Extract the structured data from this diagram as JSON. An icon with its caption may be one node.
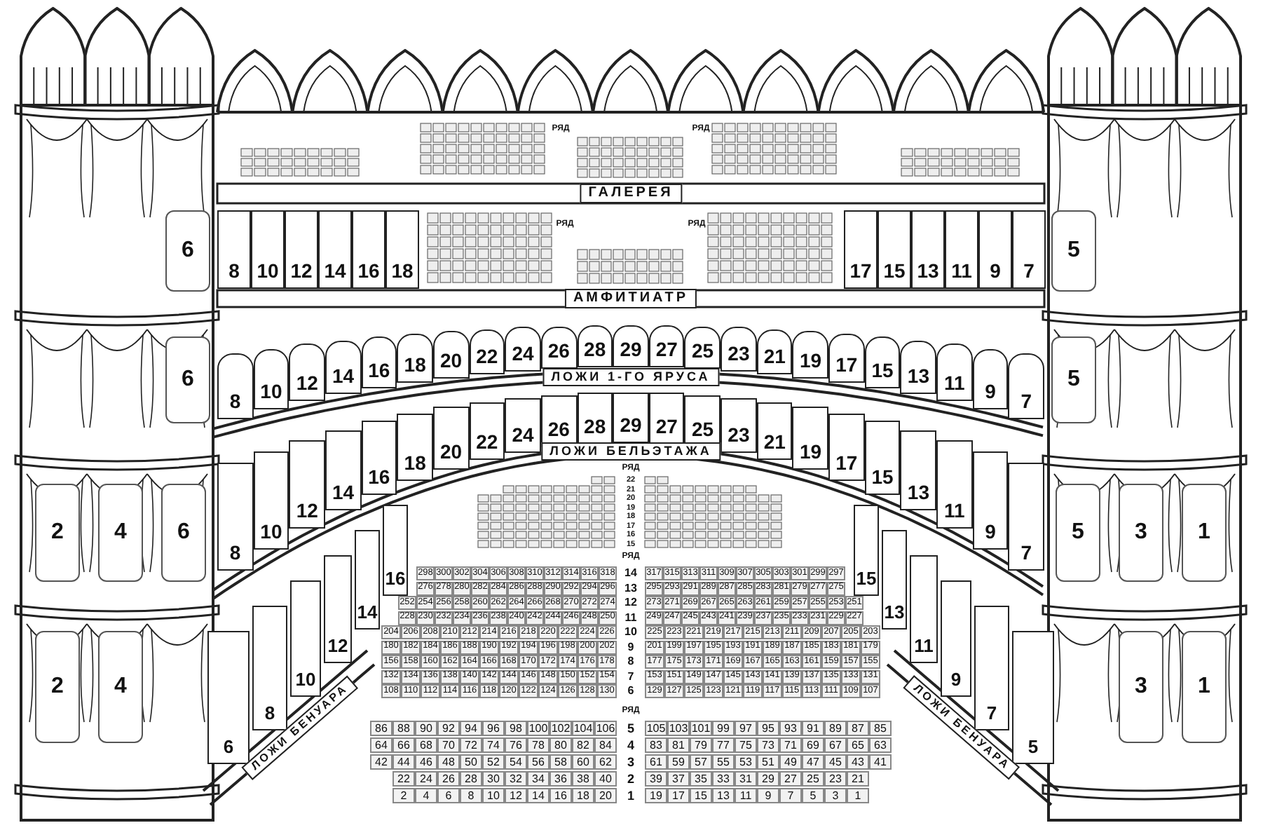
{
  "diagram": {
    "nodes": [
      {
        "text": [
          "6"
        ]
      },
      {
        "text": [
          "8"
        ]
      },
      {
        "text": [
          "10"
        ]
      },
      {
        "text": [
          "12"
        ]
      },
      {
        "text": [
          "14"
        ]
      },
      {
        "text": [
          "16"
        ]
      },
      {
        "text": [
          "18"
        ]
      },
      {
        "text": [
          "17"
        ]
      },
      {
        "text": [
          "15"
        ]
      },
      {
        "text": [
          "13"
        ]
      },
      {
        "text": [
          "11"
        ]
      },
      {
        "text": [
          "9"
        ]
      },
      {
        "text": [
          "7"
        ]
      },
      {
        "text": [
          "5"
        ]
      },
      {
        "text": [
          "6"
        ]
      },
      {
        "text": [
          "8"
        ]
      },
      {
        "text": [
          "10"
        ]
      },
      {
        "text": [
          "12"
        ]
      },
      {
        "text": [
          "14"
        ]
      },
      {
        "text": [
          "16"
        ]
      },
      {
        "text": [
          "18"
        ]
      },
      {
        "text": [
          "20"
        ]
      },
      {
        "text": [
          "22"
        ]
      },
      {
        "text": [
          "24"
        ]
      },
      {
        "text": [
          "26"
        ]
      },
      {
        "text": [
          "28"
        ]
      },
      {
        "text": [
          "29"
        ]
      },
      {
        "text": [
          "27"
        ]
      },
      {
        "text": [
          "25"
        ]
      },
      {
        "text": [
          "23"
        ]
      },
      {
        "text": [
          "21"
        ]
      },
      {
        "text": [
          "19"
        ]
      },
      {
        "text": [
          "17"
        ]
      },
      {
        "text": [
          "15"
        ]
      },
      {
        "text": [
          "13"
        ]
      },
      {
        "text": [
          "11"
        ]
      },
      {
        "text": [
          "9"
        ]
      },
      {
        "text": [
          "7"
        ]
      },
      {
        "text": [
          "5"
        ]
      },
      {
        "text": [
          "2"
        ]
      },
      {
        "text": [
          "4"
        ]
      },
      {
        "text": [
          "6"
        ]
      },
      {
        "text": [
          "8"
        ]
      },
      {
        "text": [
          "10"
        ]
      },
      {
        "text": [
          "12"
        ]
      },
      {
        "text": [
          "14"
        ]
      },
      {
        "text": [
          "16"
        ]
      },
      {
        "text": [
          "18"
        ]
      },
      {
        "text": [
          "20"
        ]
      },
      {
        "text": [
          "22"
        ]
      },
      {
        "text": [
          "24"
        ]
      },
      {
        "text": [
          "26"
        ]
      },
      {
        "text": [
          "28"
        ]
      },
      {
        "text": [
          "29"
        ]
      },
      {
        "text": [
          "27"
        ]
      },
      {
        "text": [
          "25"
        ]
      },
      {
        "text": [
          "23"
        ]
      },
      {
        "text": [
          "21"
        ]
      },
      {
        "text": [
          "19"
        ]
      },
      {
        "text": [
          "17"
        ]
      },
      {
        "text": [
          "15"
        ]
      },
      {
        "text": [
          "13"
        ]
      },
      {
        "text": [
          "11"
        ]
      },
      {
        "text": [
          "9"
        ]
      },
      {
        "text": [
          "7"
        ]
      },
      {
        "text": [
          "5"
        ]
      },
      {
        "text": [
          "3"
        ]
      },
      {
        "text": [
          "1"
        ]
      },
      {
        "text": [
          "2"
        ]
      },
      {
        "text": [
          "4"
        ]
      },
      {
        "text": [
          "6"
        ]
      },
      {
        "text": [
          "8"
        ]
      },
      {
        "text": [
          "10"
        ]
      },
      {
        "text": [
          "12"
        ]
      },
      {
        "text": [
          "14"
        ]
      },
      {
        "text": [
          "16"
        ]
      },
      {
        "text": [
          "15"
        ]
      },
      {
        "text": [
          "13"
        ]
      },
      {
        "text": [
          "11"
        ]
      },
      {
        "text": [
          "9"
        ]
      },
      {
        "text": [
          "7"
        ]
      },
      {
        "text": [
          "5"
        ]
      },
      {
        "text": [
          "3"
        ]
      },
      {
        "text": [
          "1"
        ]
      },
      {
        "text": [
          "298"
        ]
      },
      {
        "text": [
          "300"
        ]
      },
      {
        "text": [
          "302"
        ]
      },
      {
        "text": [
          "304"
        ]
      },
      {
        "text": [
          "306"
        ]
      },
      {
        "text": [
          "308"
        ]
      },
      {
        "text": [
          "310"
        ]
      },
      {
        "text": [
          "312"
        ]
      },
      {
        "text": [
          "314"
        ]
      },
      {
        "text": [
          "316"
        ]
      },
      {
        "text": [
          "318"
        ]
      },
      {
        "text": [
          "317"
        ]
      },
      {
        "text": [
          "315"
        ]
      },
      {
        "text": [
          "313"
        ]
      },
      {
        "text": [
          "311"
        ]
      },
      {
        "text": [
          "309"
        ]
      },
      {
        "text": [
          "307"
        ]
      },
      {
        "text": [
          "305"
        ]
      },
      {
        "text": [
          "303"
        ]
      },
      {
        "text": [
          "301"
        ]
      },
      {
        "text": [
          "299"
        ]
      },
      {
        "text": [
          "297"
        ]
      },
      {
        "text": [
          "276"
        ]
      },
      {
        "text": [
          "278"
        ]
      },
      {
        "text": [
          "280"
        ]
      },
      {
        "text": [
          "282"
        ]
      },
      {
        "text": [
          "284"
        ]
      },
      {
        "text": [
          "286"
        ]
      },
      {
        "text": [
          "288"
        ]
      },
      {
        "text": [
          "290"
        ]
      },
      {
        "text": [
          "292"
        ]
      },
      {
        "text": [
          "294"
        ]
      },
      {
        "text": [
          "296"
        ]
      },
      {
        "text": [
          "295"
        ]
      },
      {
        "text": [
          "293"
        ]
      },
      {
        "text": [
          "291"
        ]
      },
      {
        "text": [
          "289"
        ]
      },
      {
        "text": [
          "287"
        ]
      },
      {
        "text": [
          "285"
        ]
      },
      {
        "text": [
          "283"
        ]
      },
      {
        "text": [
          "281"
        ]
      },
      {
        "text": [
          "279"
        ]
      },
      {
        "text": [
          "277"
        ]
      },
      {
        "text": [
          "275"
        ]
      },
      {
        "text": [
          "252"
        ]
      },
      {
        "text": [
          "254"
        ]
      },
      {
        "text": [
          "256"
        ]
      },
      {
        "text": [
          "258"
        ]
      },
      {
        "text": [
          "260"
        ]
      },
      {
        "text": [
          "262"
        ]
      },
      {
        "text": [
          "264"
        ]
      },
      {
        "text": [
          "266"
        ]
      },
      {
        "text": [
          "268"
        ]
      },
      {
        "text": [
          "270"
        ]
      },
      {
        "text": [
          "272"
        ]
      },
      {
        "text": [
          "274"
        ]
      },
      {
        "text": [
          "273"
        ]
      },
      {
        "text": [
          "271"
        ]
      },
      {
        "text": [
          "269"
        ]
      },
      {
        "text": [
          "267"
        ]
      },
      {
        "text": [
          "265"
        ]
      },
      {
        "text": [
          "263"
        ]
      },
      {
        "text": [
          "261"
        ]
      },
      {
        "text": [
          "259"
        ]
      },
      {
        "text": [
          "257"
        ]
      },
      {
        "text": [
          "255"
        ]
      },
      {
        "text": [
          "253"
        ]
      },
      {
        "text": [
          "251"
        ]
      },
      {
        "text": [
          "228"
        ]
      },
      {
        "text": [
          "230"
        ]
      },
      {
        "text": [
          "232"
        ]
      },
      {
        "text": [
          "234"
        ]
      },
      {
        "text": [
          "236"
        ]
      },
      {
        "text": [
          "238"
        ]
      },
      {
        "text": [
          "240"
        ]
      },
      {
        "text": [
          "242"
        ]
      },
      {
        "text": [
          "244"
        ]
      },
      {
        "text": [
          "246"
        ]
      },
      {
        "text": [
          "248"
        ]
      },
      {
        "text": [
          "250"
        ]
      },
      {
        "text": [
          "249"
        ]
      },
      {
        "text": [
          "247"
        ]
      },
      {
        "text": [
          "245"
        ]
      },
      {
        "text": [
          "243"
        ]
      },
      {
        "text": [
          "241"
        ]
      },
      {
        "text": [
          "239"
        ]
      },
      {
        "text": [
          "237"
        ]
      },
      {
        "text": [
          "235"
        ]
      },
      {
        "text": [
          "233"
        ]
      },
      {
        "text": [
          "231"
        ]
      },
      {
        "text": [
          "229"
        ]
      },
      {
        "text": [
          "227"
        ]
      },
      {
        "text": [
          "204"
        ]
      },
      {
        "text": [
          "206"
        ]
      },
      {
        "text": [
          "208"
        ]
      },
      {
        "text": [
          "210"
        ]
      },
      {
        "text": [
          "212"
        ]
      },
      {
        "text": [
          "214"
        ]
      },
      {
        "text": [
          "216"
        ]
      },
      {
        "text": [
          "218"
        ]
      },
      {
        "text": [
          "220"
        ]
      },
      {
        "text": [
          "222"
        ]
      },
      {
        "text": [
          "224"
        ]
      },
      {
        "text": [
          "226"
        ]
      },
      {
        "text": [
          "225"
        ]
      },
      {
        "text": [
          "223"
        ]
      },
      {
        "text": [
          "221"
        ]
      },
      {
        "text": [
          "219"
        ]
      },
      {
        "text": [
          "217"
        ]
      },
      {
        "text": [
          "215"
        ]
      },
      {
        "text": [
          "213"
        ]
      },
      {
        "text": [
          "211"
        ]
      },
      {
        "text": [
          "209"
        ]
      },
      {
        "text": [
          "207"
        ]
      },
      {
        "text": [
          "205"
        ]
      },
      {
        "text": [
          "203"
        ]
      },
      {
        "text": [
          "180"
        ]
      },
      {
        "text": [
          "182"
        ]
      },
      {
        "text": [
          "184"
        ]
      },
      {
        "text": [
          "186"
        ]
      },
      {
        "text": [
          "188"
        ]
      },
      {
        "text": [
          "190"
        ]
      },
      {
        "text": [
          "192"
        ]
      },
      {
        "text": [
          "194"
        ]
      },
      {
        "text": [
          "196"
        ]
      },
      {
        "text": [
          "198"
        ]
      },
      {
        "text": [
          "200"
        ]
      },
      {
        "text": [
          "202"
        ]
      },
      {
        "text": [
          "201"
        ]
      },
      {
        "text": [
          "199"
        ]
      },
      {
        "text": [
          "197"
        ]
      },
      {
        "text": [
          "195"
        ]
      },
      {
        "text": [
          "193"
        ]
      },
      {
        "text": [
          "191"
        ]
      },
      {
        "text": [
          "189"
        ]
      },
      {
        "text": [
          "187"
        ]
      },
      {
        "text": [
          "185"
        ]
      },
      {
        "text": [
          "183"
        ]
      },
      {
        "text": [
          "181"
        ]
      },
      {
        "text": [
          "179"
        ]
      },
      {
        "text": [
          "156"
        ]
      },
      {
        "text": [
          "158"
        ]
      },
      {
        "text": [
          "160"
        ]
      },
      {
        "text": [
          "162"
        ]
      },
      {
        "text": [
          "164"
        ]
      },
      {
        "text": [
          "166"
        ]
      },
      {
        "text": [
          "168"
        ]
      },
      {
        "text": [
          "170"
        ]
      },
      {
        "text": [
          "172"
        ]
      },
      {
        "text": [
          "174"
        ]
      },
      {
        "text": [
          "176"
        ]
      },
      {
        "text": [
          "178"
        ]
      },
      {
        "text": [
          "177"
        ]
      },
      {
        "text": [
          "175"
        ]
      },
      {
        "text": [
          "173"
        ]
      },
      {
        "text": [
          "171"
        ]
      },
      {
        "text": [
          "169"
        ]
      },
      {
        "text": [
          "167"
        ]
      },
      {
        "text": [
          "165"
        ]
      },
      {
        "text": [
          "163"
        ]
      },
      {
        "text": [
          "161"
        ]
      },
      {
        "text": [
          "159"
        ]
      },
      {
        "text": [
          "157"
        ]
      },
      {
        "text": [
          "155"
        ]
      },
      {
        "text": [
          "132"
        ]
      },
      {
        "text": [
          "134"
        ]
      },
      {
        "text": [
          "136"
        ]
      },
      {
        "text": [
          "138"
        ]
      },
      {
        "text": [
          "140"
        ]
      },
      {
        "text": [
          "142"
        ]
      },
      {
        "text": [
          "144"
        ]
      },
      {
        "text": [
          "146"
        ]
      },
      {
        "text": [
          "148"
        ]
      },
      {
        "text": [
          "150"
        ]
      },
      {
        "text": [
          "152"
        ]
      },
      {
        "text": [
          "154"
        ]
      },
      {
        "text": [
          "153"
        ]
      },
      {
        "text": [
          "151"
        ]
      },
      {
        "text": [
          "149"
        ]
      },
      {
        "text": [
          "147"
        ]
      },
      {
        "text": [
          "145"
        ]
      },
      {
        "text": [
          "143"
        ]
      },
      {
        "text": [
          "141"
        ]
      },
      {
        "text": [
          "139"
        ]
      },
      {
        "text": [
          "137"
        ]
      },
      {
        "text": [
          "135"
        ]
      },
      {
        "text": [
          "133"
        ]
      },
      {
        "text": [
          "131"
        ]
      },
      {
        "text": [
          "108"
        ]
      },
      {
        "text": [
          "110"
        ]
      },
      {
        "text": [
          "112"
        ]
      },
      {
        "text": [
          "114"
        ]
      },
      {
        "text": [
          "116"
        ]
      },
      {
        "text": [
          "118"
        ]
      },
      {
        "text": [
          "120"
        ]
      },
      {
        "text": [
          "122"
        ]
      },
      {
        "text": [
          "124"
        ]
      },
      {
        "text": [
          "126"
        ]
      },
      {
        "text": [
          "128"
        ]
      },
      {
        "text": [
          "130"
        ]
      },
      {
        "text": [
          "129"
        ]
      },
      {
        "text": [
          "127"
        ]
      },
      {
        "text": [
          "125"
        ]
      },
      {
        "text": [
          "123"
        ]
      },
      {
        "text": [
          "121"
        ]
      },
      {
        "text": [
          "119"
        ]
      },
      {
        "text": [
          "117"
        ]
      },
      {
        "text": [
          "115"
        ]
      },
      {
        "text": [
          "113"
        ]
      },
      {
        "text": [
          "111"
        ]
      },
      {
        "text": [
          "109"
        ]
      },
      {
        "text": [
          "107"
        ]
      },
      {
        "text": [
          "86"
        ]
      },
      {
        "text": [
          "88"
        ]
      },
      {
        "text": [
          "90"
        ]
      },
      {
        "text": [
          "92"
        ]
      },
      {
        "text": [
          "94"
        ]
      },
      {
        "text": [
          "96"
        ]
      },
      {
        "text": [
          "98"
        ]
      },
      {
        "text": [
          "100"
        ]
      },
      {
        "text": [
          "102"
        ]
      },
      {
        "text": [
          "104"
        ]
      },
      {
        "text": [
          "106"
        ]
      },
      {
        "text": [
          "105"
        ]
      },
      {
        "text": [
          "103"
        ]
      },
      {
        "text": [
          "101"
        ]
      },
      {
        "text": [
          "99"
        ]
      },
      {
        "text": [
          "97"
        ]
      },
      {
        "text": [
          "95"
        ]
      },
      {
        "text": [
          "93"
        ]
      },
      {
        "text": [
          "91"
        ]
      },
      {
        "text": [
          "89"
        ]
      },
      {
        "text": [
          "87"
        ]
      },
      {
        "text": [
          "85"
        ]
      },
      {
        "text": [
          "64"
        ]
      },
      {
        "text": [
          "66"
        ]
      },
      {
        "text": [
          "68"
        ]
      },
      {
        "text": [
          "70"
        ]
      },
      {
        "text": [
          "72"
        ]
      },
      {
        "text": [
          "74"
        ]
      },
      {
        "text": [
          "76"
        ]
      },
      {
        "text": [
          "78"
        ]
      },
      {
        "text": [
          "80"
        ]
      },
      {
        "text": [
          "82"
        ]
      },
      {
        "text": [
          "84"
        ]
      },
      {
        "text": [
          "83"
        ]
      },
      {
        "text": [
          "81"
        ]
      },
      {
        "text": [
          "79"
        ]
      },
      {
        "text": [
          "77"
        ]
      },
      {
        "text": [
          "75"
        ]
      },
      {
        "text": [
          "73"
        ]
      },
      {
        "text": [
          "71"
        ]
      },
      {
        "text": [
          "69"
        ]
      },
      {
        "text": [
          "67"
        ]
      },
      {
        "text": [
          "65"
        ]
      },
      {
        "text": [
          "63"
        ]
      },
      {
        "text": [
          "42"
        ]
      },
      {
        "text": [
          "44"
        ]
      },
      {
        "text": [
          "46"
        ]
      },
      {
        "text": [
          "48"
        ]
      },
      {
        "text": [
          "50"
        ]
      },
      {
        "text": [
          "52"
        ]
      },
      {
        "text": [
          "54"
        ]
      },
      {
        "text": [
          "56"
        ]
      },
      {
        "text": [
          "58"
        ]
      },
      {
        "text": [
          "60"
        ]
      },
      {
        "text": [
          "62"
        ]
      },
      {
        "text": [
          "61"
        ]
      },
      {
        "text": [
          "59"
        ]
      },
      {
        "text": [
          "57"
        ]
      },
      {
        "text": [
          "55"
        ]
      },
      {
        "text": [
          "53"
        ]
      },
      {
        "text": [
          "51"
        ]
      },
      {
        "text": [
          "49"
        ]
      },
      {
        "text": [
          "47"
        ]
      },
      {
        "text": [
          "45"
        ]
      },
      {
        "text": [
          "43"
        ]
      },
      {
        "text": [
          "41"
        ]
      },
      {
        "text": [
          "22"
        ]
      },
      {
        "text": [
          "24"
        ]
      },
      {
        "text": [
          "26"
        ]
      },
      {
        "text": [
          "28"
        ]
      },
      {
        "text": [
          "30"
        ]
      },
      {
        "text": [
          "32"
        ]
      },
      {
        "text": [
          "34"
        ]
      },
      {
        "text": [
          "36"
        ]
      },
      {
        "text": [
          "38"
        ]
      },
      {
        "text": [
          "40"
        ]
      },
      {
        "text": [
          "39"
        ]
      },
      {
        "text": [
          "37"
        ]
      },
      {
        "text": [
          "35"
        ]
      },
      {
        "text": [
          "33"
        ]
      },
      {
        "text": [
          "31"
        ]
      },
      {
        "text": [
          "29"
        ]
      },
      {
        "text": [
          "27"
        ]
      },
      {
        "text": [
          "25"
        ]
      },
      {
        "text": [
          "23"
        ]
      },
      {
        "text": [
          "21"
        ]
      },
      {
        "text": [
          "2"
        ]
      },
      {
        "text": [
          "4"
        ]
      },
      {
        "text": [
          "6"
        ]
      },
      {
        "text": [
          "8"
        ]
      },
      {
        "text": [
          "10"
        ]
      },
      {
        "text": [
          "12"
        ]
      },
      {
        "text": [
          "14"
        ]
      },
      {
        "text": [
          "16"
        ]
      },
      {
        "text": [
          "18"
        ]
      },
      {
        "text": [
          "20"
        ]
      },
      {
        "text": [
          "19"
        ]
      },
      {
        "text": [
          "17"
        ]
      },
      {
        "text": [
          "15"
        ]
      },
      {
        "text": [
          "13"
        ]
      },
      {
        "text": [
          "11"
        ]
      },
      {
        "text": [
          "9"
        ]
      },
      {
        "text": [
          "7"
        ]
      },
      {
        "text": [
          "5"
        ]
      },
      {
        "text": [
          "3"
        ]
      },
      {
        "text": [
          "1"
        ]
      }
    ],
    "labels": [
      "РЯД",
      "РЯД",
      "ГАЛЕРЕЯ",
      "РЯД",
      "РЯД",
      "АМФИТИАТР",
      "ЛОЖИ 1-ГО ЯРУСА",
      "ЛОЖИ БЕЛЬЭТАЖА",
      "РЯД",
      "22",
      "21",
      "20",
      "19",
      "18",
      "17",
      "16",
      "15",
      "РЯД",
      "14",
      "13",
      "12",
      "11",
      "10",
      "9",
      "8",
      "7",
      "6",
      "ЛОЖИ БЕНУАРА",
      "ЛОЖИ БЕНУАРА",
      "РЯД",
      "5",
      "4",
      "3",
      "2",
      "1"
    ]
  }
}
